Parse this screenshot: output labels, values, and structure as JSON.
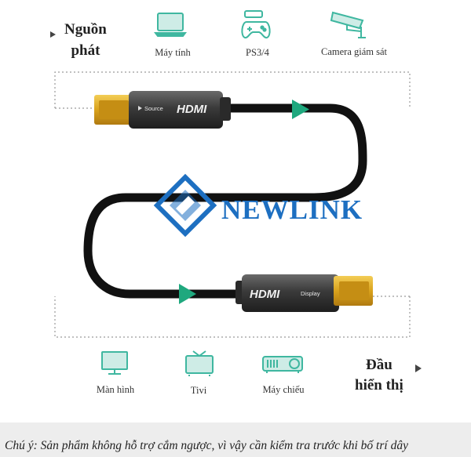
{
  "source": {
    "title_line1": "Nguồn",
    "title_line2": "phát"
  },
  "source_devices": [
    {
      "label": "Máy tính",
      "icon": "laptop-icon"
    },
    {
      "label": "PS3/4",
      "icon": "gamepad-icon"
    },
    {
      "label": "Camera giám sát",
      "icon": "cctv-camera-icon"
    }
  ],
  "display": {
    "title_line1": "Đầu",
    "title_line2": "hiển thị"
  },
  "display_devices": [
    {
      "label": "Màn hình",
      "icon": "monitor-icon"
    },
    {
      "label": "Tivi",
      "icon": "tv-icon"
    },
    {
      "label": "Máy chiếu",
      "icon": "projector-icon"
    }
  ],
  "cable": {
    "top_connector_label": "Source",
    "bottom_connector_label": "Display",
    "hdmi_text": "HDMI"
  },
  "brand": {
    "name": "NEWLINK"
  },
  "note": {
    "text": "Chú ý: Sản phẩm không hỗ trợ cắm ngược, vì vậy cần kiểm tra trước khi bố trí dây"
  },
  "colors": {
    "accent": "#3fb7a0",
    "arrow": "#1fa87e",
    "brand": "#1d6fc1",
    "connector_gold": "#d9a21c"
  }
}
